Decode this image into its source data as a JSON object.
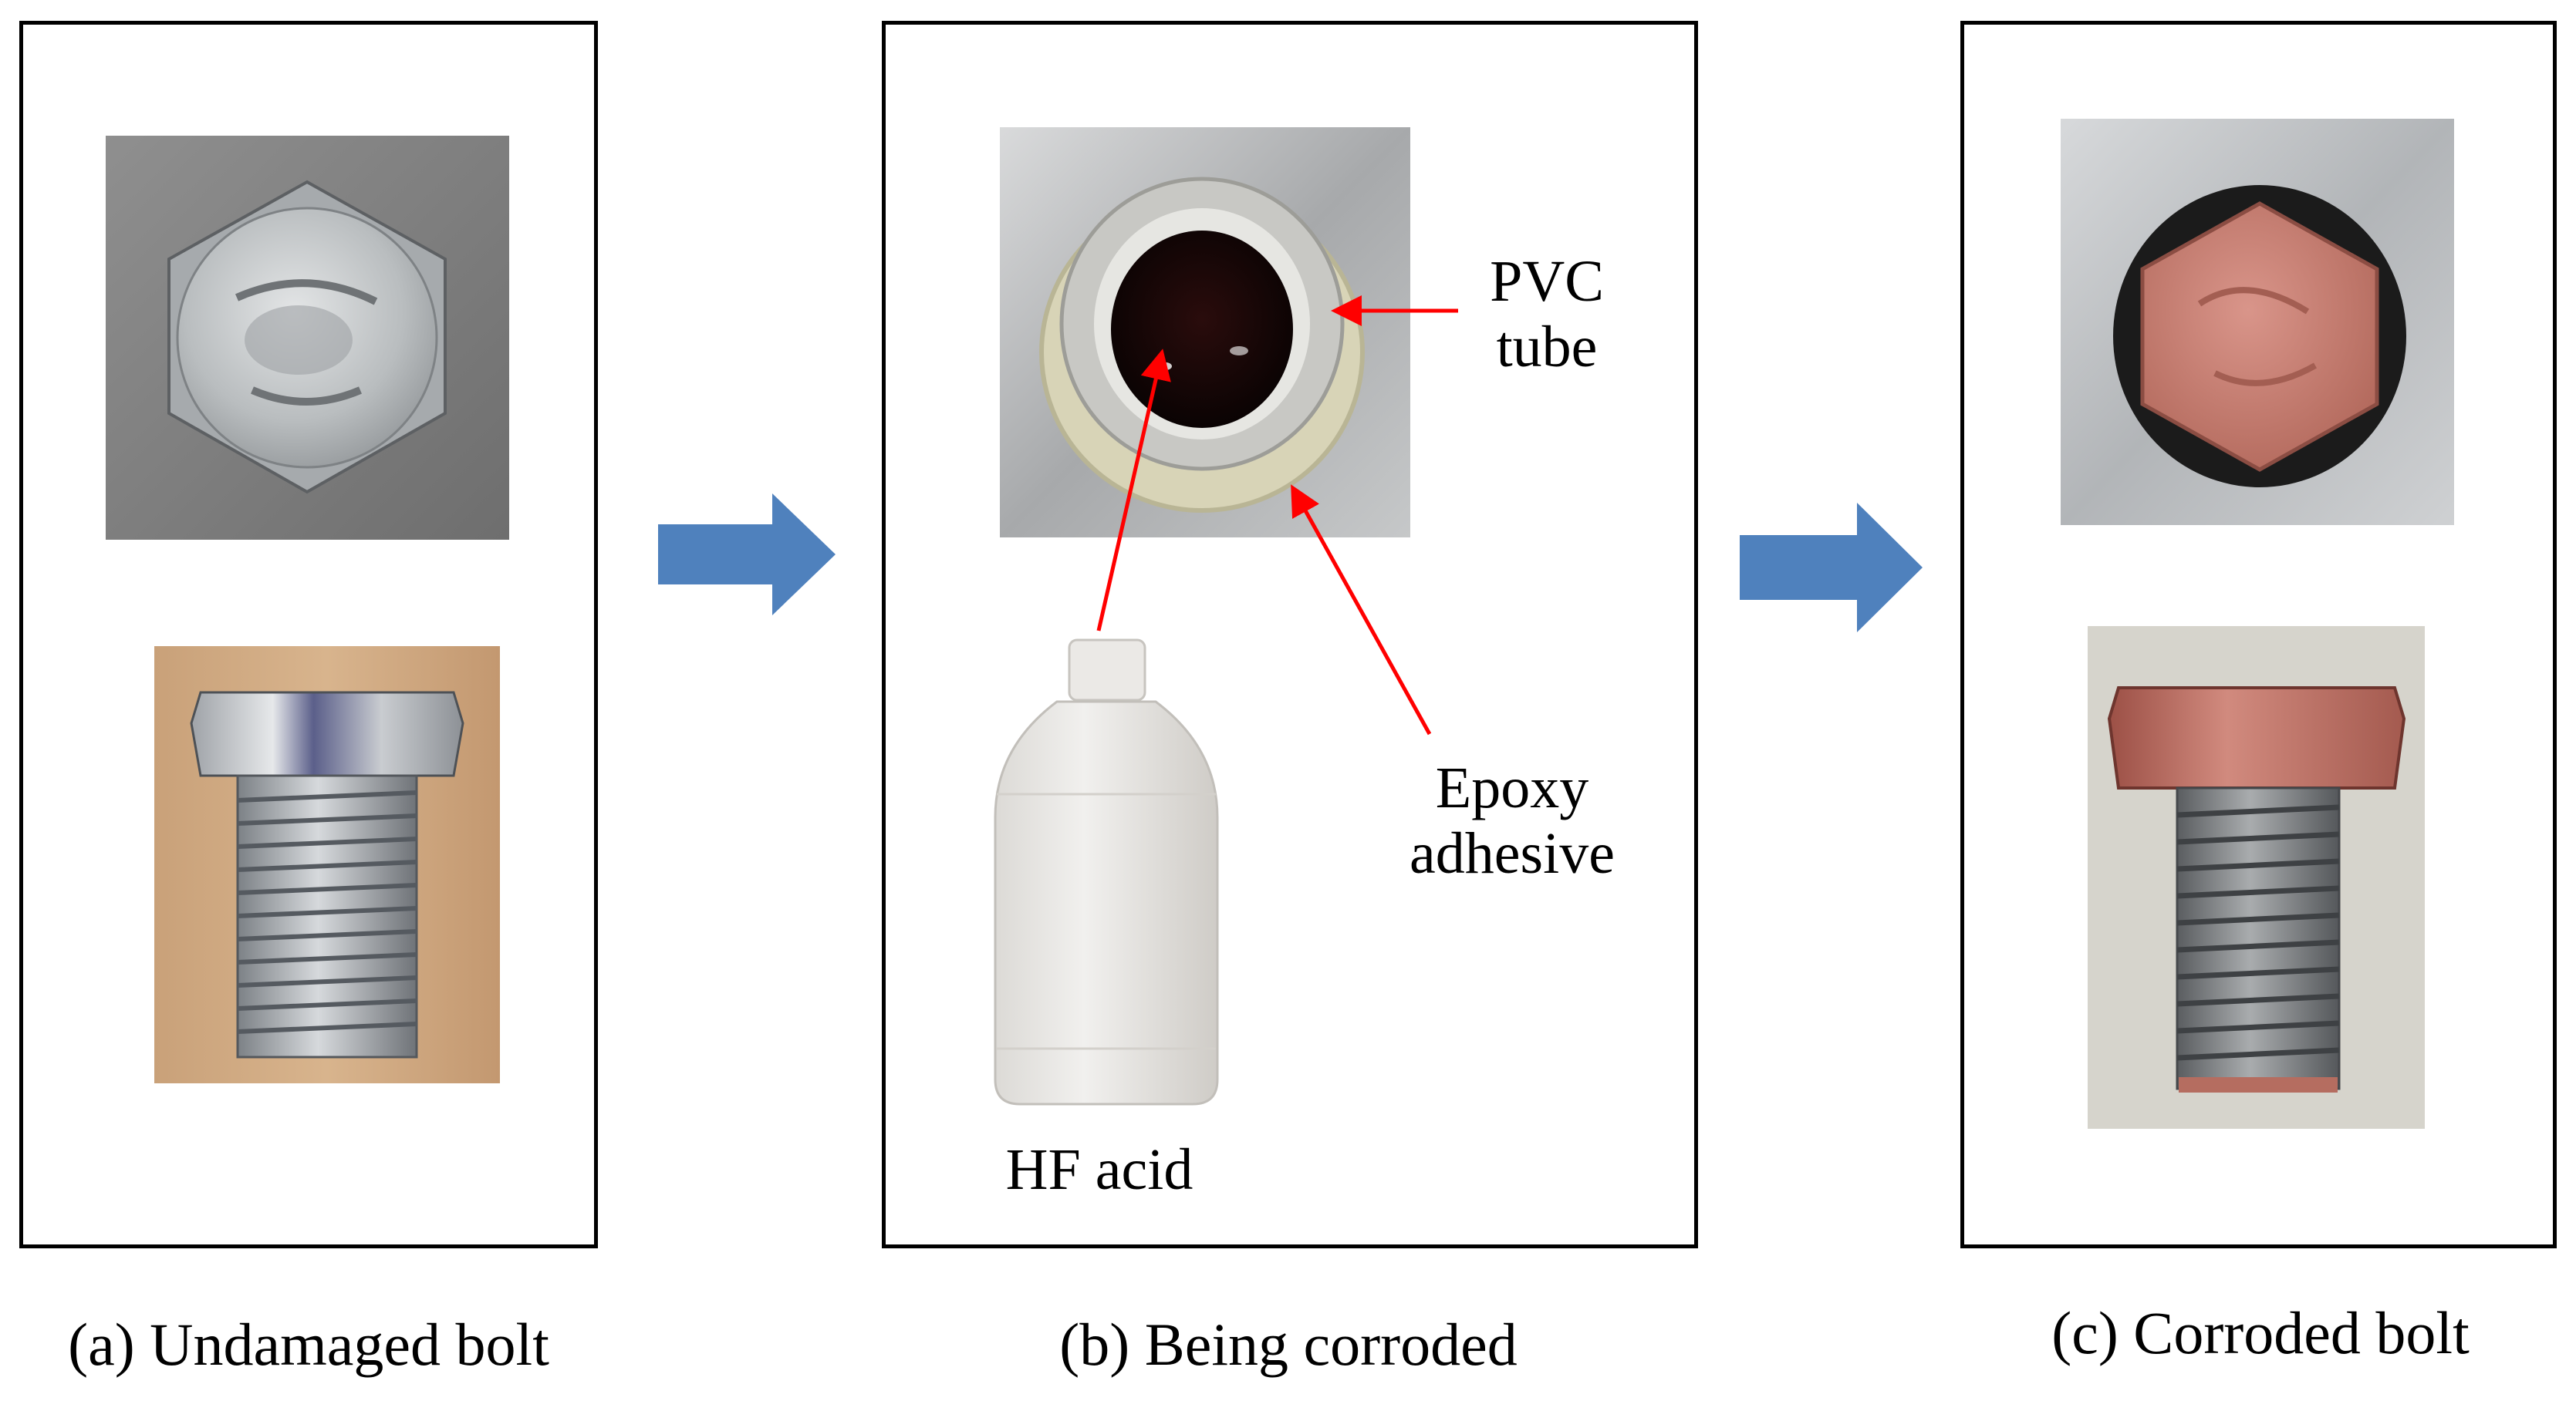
{
  "panels": {
    "a": {
      "caption": "(a) Undamaged bolt"
    },
    "b": {
      "caption": "(b) Being corroded",
      "labels": {
        "pvc_line1": "PVC",
        "pvc_line2": "tube",
        "epoxy_line1": "Epoxy",
        "epoxy_line2": "adhesive",
        "hf": "HF acid"
      }
    },
    "c": {
      "caption": "(c) Corroded bolt"
    }
  },
  "colors": {
    "flow_arrow": "#4f81bd",
    "annotation_arrow": "#ff0000",
    "border": "#000000",
    "undamaged_metal": "#c9ccce",
    "corroded_copper": "#c4766a"
  },
  "icons": [
    "flow-arrow-icon",
    "annotation-arrow-icon"
  ]
}
